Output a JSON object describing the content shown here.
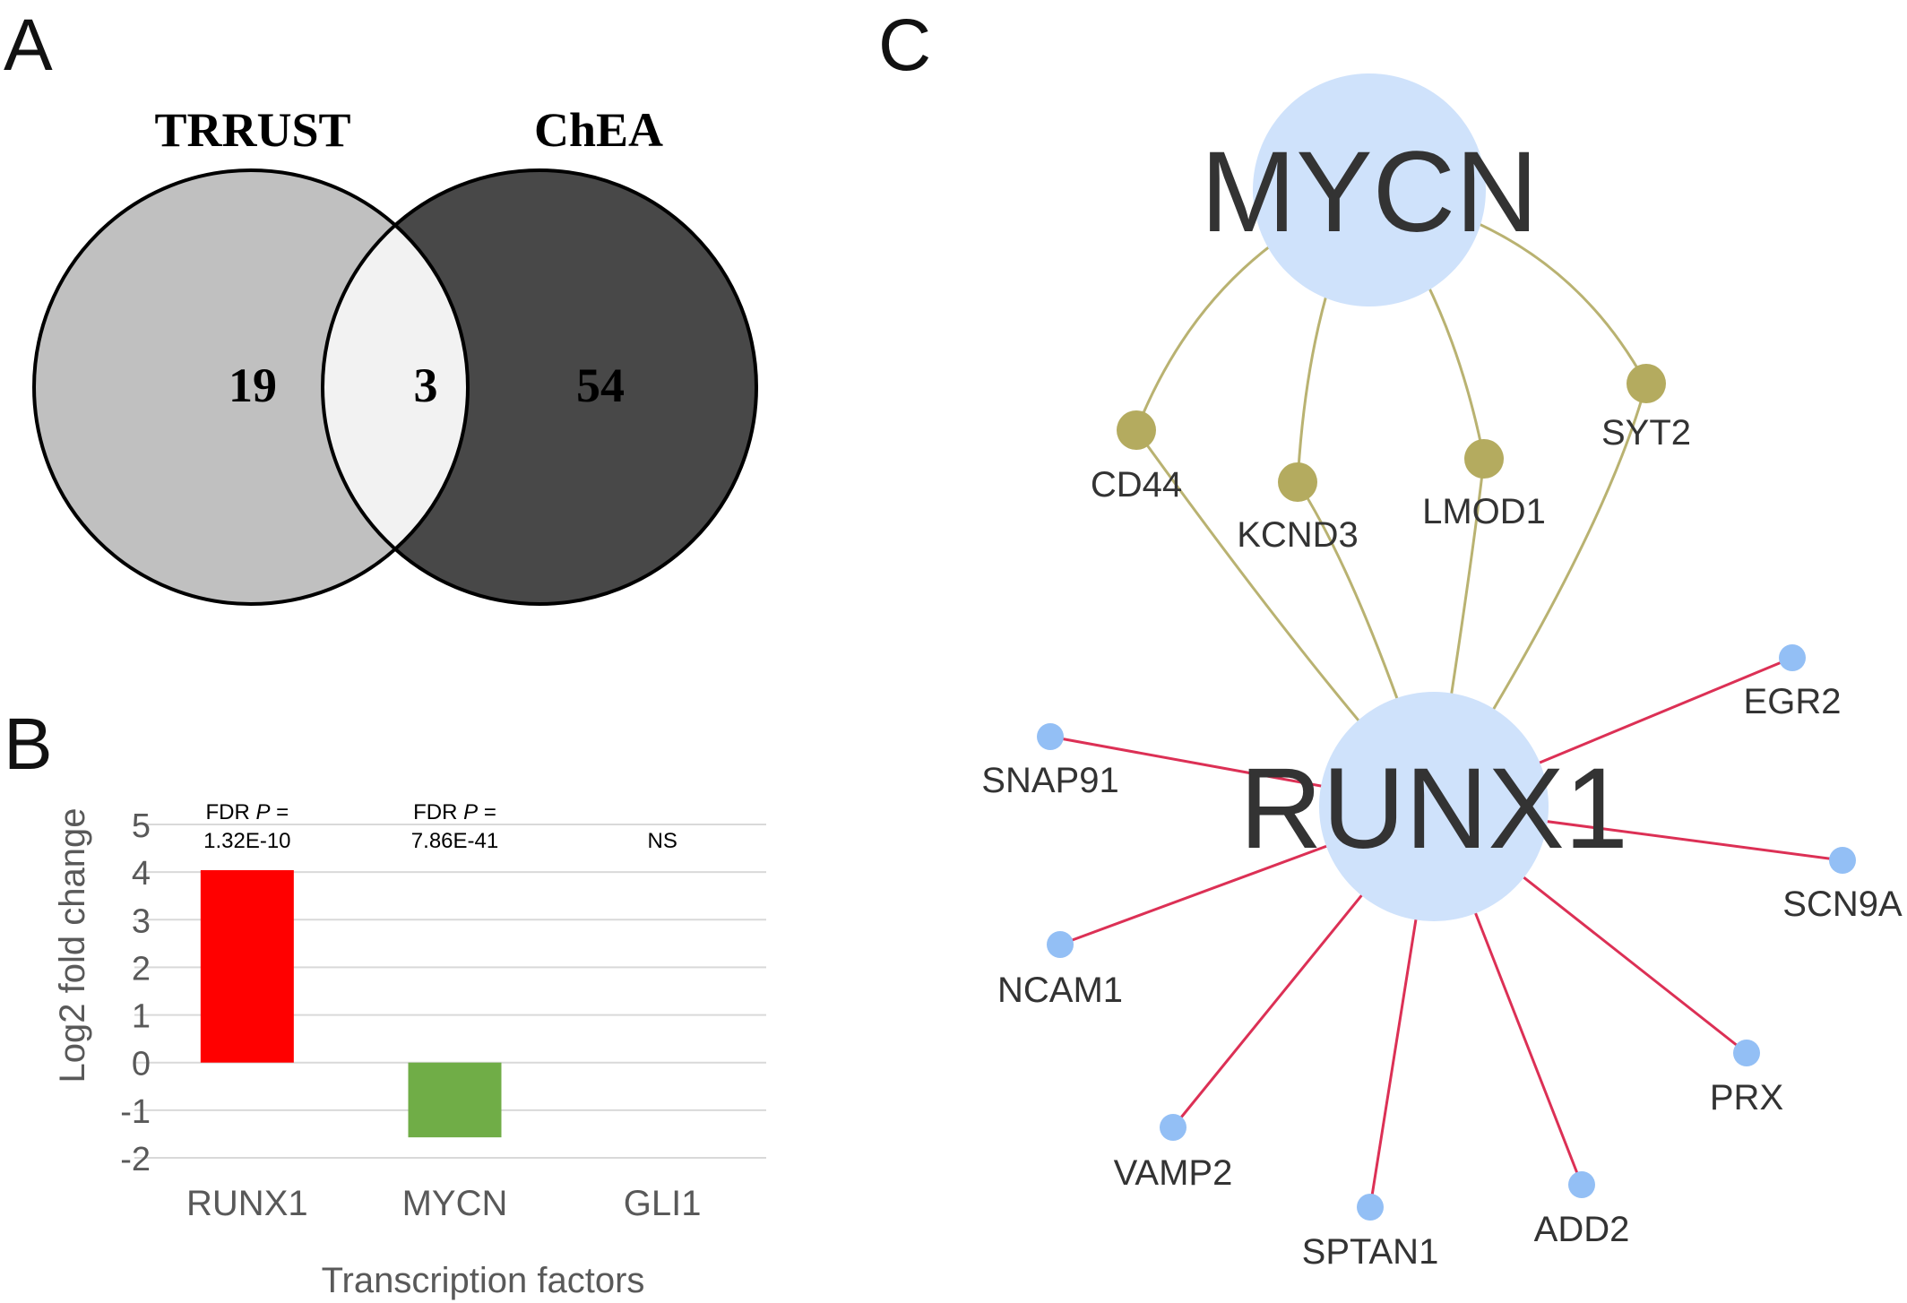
{
  "panels": {
    "a": {
      "letter": "A"
    },
    "b": {
      "letter": "B"
    },
    "c": {
      "letter": "C"
    }
  },
  "venn": {
    "left_set": {
      "label": "TRRUST",
      "count": "19",
      "fill": "#c0c0c0"
    },
    "right_set": {
      "label": "ChEA",
      "count": "54",
      "fill": "#484848"
    },
    "overlap": {
      "count": "3",
      "fill": "#f2f2f2"
    }
  },
  "chart_data": {
    "type": "bar",
    "categories": [
      "RUNX1",
      "MYCN",
      "GLI1"
    ],
    "values": [
      4.04,
      -1.57,
      0
    ],
    "colors": [
      "#ff0000",
      "#70ad47",
      "#70ad47"
    ],
    "annotations": [
      {
        "line1": "FDR ",
        "p": "P",
        "line1_end": " =",
        "line2": "1.32E-10"
      },
      {
        "line1": "FDR ",
        "p": "P",
        "line1_end": " =",
        "line2": "7.86E-41"
      },
      {
        "line1": "",
        "p": "",
        "line1_end": "",
        "line2": "NS"
      }
    ],
    "xlabel": "Transcription factors",
    "ylabel": "Log2 fold change",
    "ylim": [
      -2,
      5
    ],
    "yticks": [
      "-2",
      "-1",
      "0",
      "1",
      "2",
      "3",
      "4",
      "5"
    ],
    "grid": true
  },
  "network": {
    "hubs": [
      {
        "id": "mycn",
        "label": "MYCN",
        "color": "#cfe2fb"
      },
      {
        "id": "runx1",
        "label": "RUNX1",
        "color": "#cfe2fb"
      }
    ],
    "shared_targets": {
      "color": "#b4ab5f",
      "edge_color": "#b9b271",
      "items": [
        {
          "label": "CD44"
        },
        {
          "label": "KCND3"
        },
        {
          "label": "LMOD1"
        },
        {
          "label": "SYT2"
        }
      ]
    },
    "runx1_targets": {
      "color": "#93bff5",
      "edge_color": "#dc3055",
      "items": [
        {
          "label": "EGR2"
        },
        {
          "label": "SNAP91"
        },
        {
          "label": "SCN9A"
        },
        {
          "label": "NCAM1"
        },
        {
          "label": "PRX"
        },
        {
          "label": "VAMP2"
        },
        {
          "label": "ADD2"
        },
        {
          "label": "SPTAN1"
        }
      ]
    }
  }
}
